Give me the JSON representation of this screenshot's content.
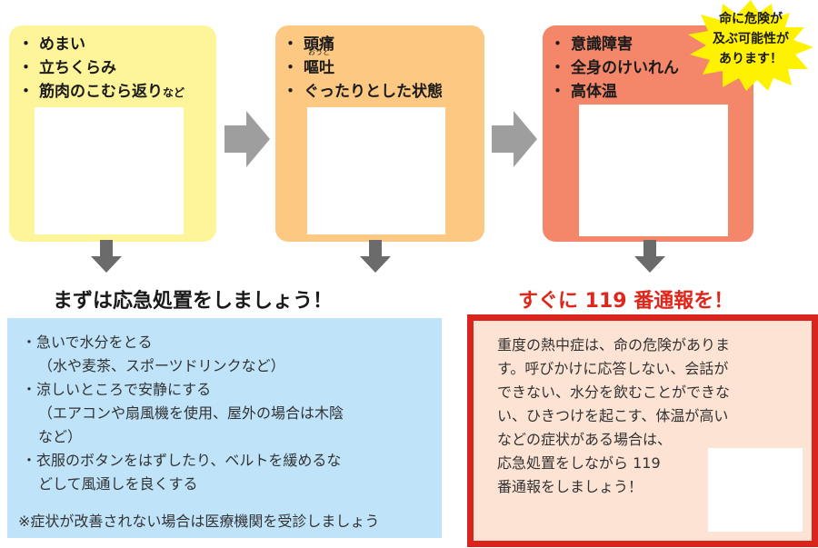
{
  "stages": [
    {
      "items": [
        "めまい",
        "立ちくらみ",
        "筋肉のこむら返り"
      ],
      "last_item_suffix": "など",
      "bullet": "・",
      "bg_color": "#fef49a"
    },
    {
      "items": [
        "頭痛",
        "嘔吐",
        "ぐったりとした状態"
      ],
      "furigana": "おうと",
      "bullet": "・",
      "bg_color": "#fdc982"
    },
    {
      "items": [
        "意識障害",
        "全身のけいれん",
        "高体温"
      ],
      "bullet": "・",
      "bg_color": "#f4876a"
    }
  ],
  "danger_badge": {
    "lines": [
      "命に危険が",
      "及ぶ可能性が",
      "あります！"
    ],
    "color": "#fff200"
  },
  "headings": {
    "first_aid": "まずは応急処置をしましょう！",
    "emergency": "すぐに 119 番通報を！",
    "emergency_color": "#e0261b"
  },
  "first_aid": {
    "bg_color": "#bfe3f9",
    "items": [
      {
        "main": "急いで水分をとる",
        "sub": [
          "（水や麦茶、スポーツドリンクなど）"
        ]
      },
      {
        "main": "涼しいところで安静にする",
        "sub": [
          "（エアコンや扇風機を使用、屋外の場合は木陰",
          "など）"
        ]
      },
      {
        "main": "衣服のボタンをはずしたり、ベルトを緩めるな",
        "sub": [
          "どして風通しを良くする"
        ]
      }
    ],
    "note": "※症状が改善されない場合は医療機関を受診しましょう"
  },
  "emergency_box": {
    "border_color": "#d9251d",
    "bg_color": "#fde3d4",
    "lines": [
      "重度の熱中症は、命の危険がありま",
      "す。呼びかけに応答しない、会話が",
      "できない、水分を飲むことができな",
      "い、ひきつけを起こす、体温が高い",
      "などの症状がある場合は、",
      "応急処置をしながら 119",
      "番通報をしましょう！"
    ]
  },
  "arrow_color": "#9e9e9e",
  "down_arrow_color": "#6b6b6b"
}
